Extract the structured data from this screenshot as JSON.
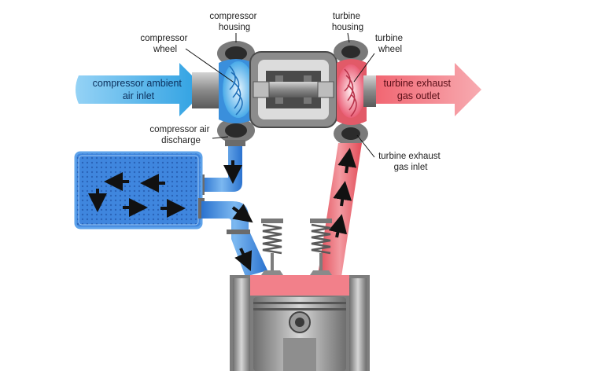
{
  "labels": {
    "compressor_housing": [
      "compressor",
      "housing"
    ],
    "compressor_wheel": [
      "compressor",
      "wheel"
    ],
    "compressor_inlet": [
      "compressor ambient",
      "air inlet"
    ],
    "compressor_discharge": [
      "compressor air",
      "discharge"
    ],
    "turbine_housing": [
      "turbine",
      "housing"
    ],
    "turbine_wheel": [
      "turbine",
      "wheel"
    ],
    "turbine_outlet": [
      "turbine exhaust",
      "gas outlet"
    ],
    "turbine_inlet": [
      "turbine exhaust",
      "gas inlet"
    ]
  },
  "colors": {
    "cool_air": "#2f7fd6",
    "cool_air_light": "#8fc6f2",
    "hot_gas": "#e8505c",
    "hot_gas_light": "#f6a3a8",
    "intercooler": "#3b7fd9",
    "metal": "#9a9a9a",
    "metal_dark": "#555555",
    "arrow": "#1a1a1a"
  },
  "icons": [
    "compressor-wheel-icon",
    "turbine-wheel-icon",
    "intercooler-icon",
    "valve-spring-icon",
    "piston-icon"
  ]
}
